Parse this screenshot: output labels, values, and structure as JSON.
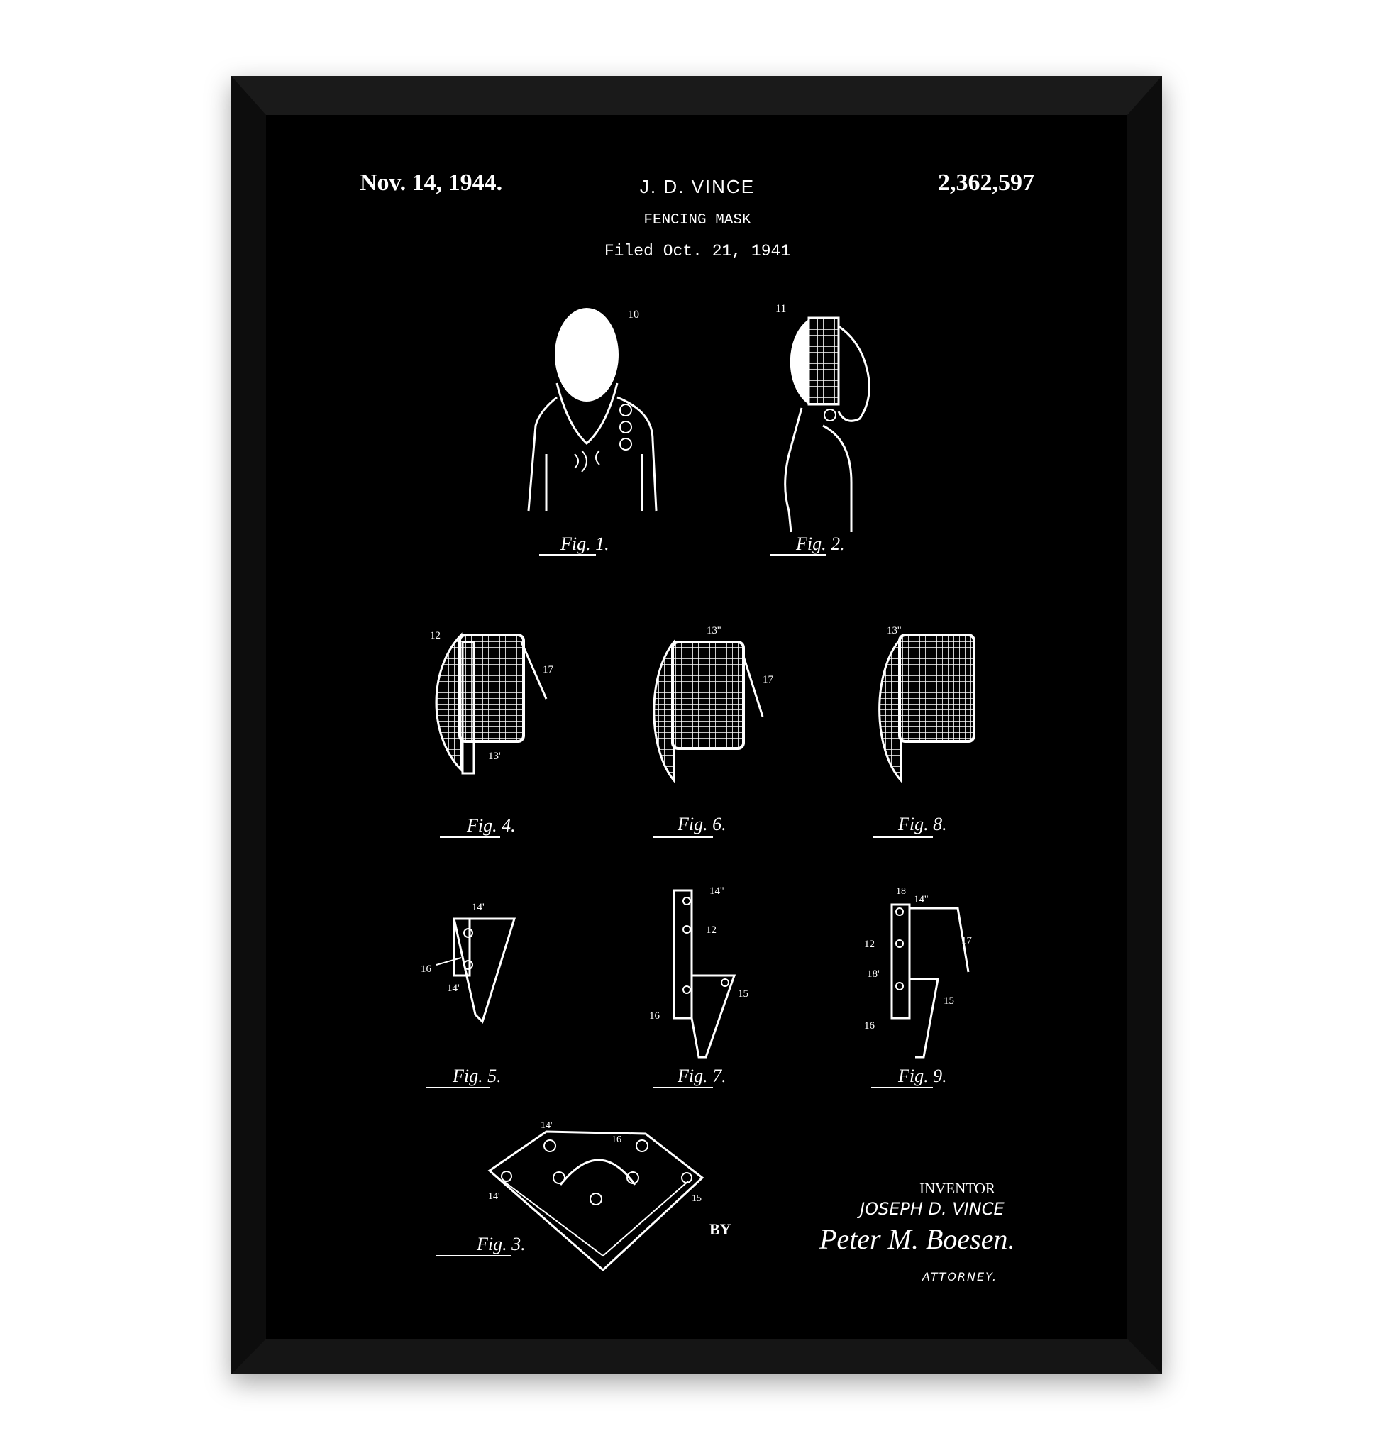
{
  "poster": {
    "date": "Nov. 14, 1944.",
    "inventor_header": "J. D. VINCE",
    "title": "FENCING MASK",
    "filed": "Filed Oct. 21, 1941",
    "patent_number": "2,362,597"
  },
  "figures": {
    "fig1": "Fig. 1.",
    "fig2": "Fig. 2.",
    "fig3": "Fig. 3.",
    "fig4": "Fig. 4.",
    "fig5": "Fig. 5.",
    "fig6": "Fig. 6.",
    "fig7": "Fig. 7.",
    "fig8": "Fig. 8.",
    "fig9": "Fig. 9."
  },
  "refs": {
    "r10": "10",
    "r11": "11",
    "r12": "12",
    "r17": "17",
    "r13a": "13'",
    "r13b": "13''",
    "r14a": "14'",
    "r14b": "14''",
    "r15": "15",
    "r16": "16",
    "r18": "18",
    "r18a": "18'"
  },
  "signature_block": {
    "by": "BY",
    "inventor_label": "INVENTOR",
    "inventor_name": "JOSEPH D. VINCE",
    "attorney_signature": "Peter M. Boesen.",
    "attorney_label": "ATTORNEY."
  },
  "colors": {
    "background": "#ffffff",
    "frame": "#0b0b0b",
    "print": "#000000",
    "ink": "#ffffff"
  }
}
